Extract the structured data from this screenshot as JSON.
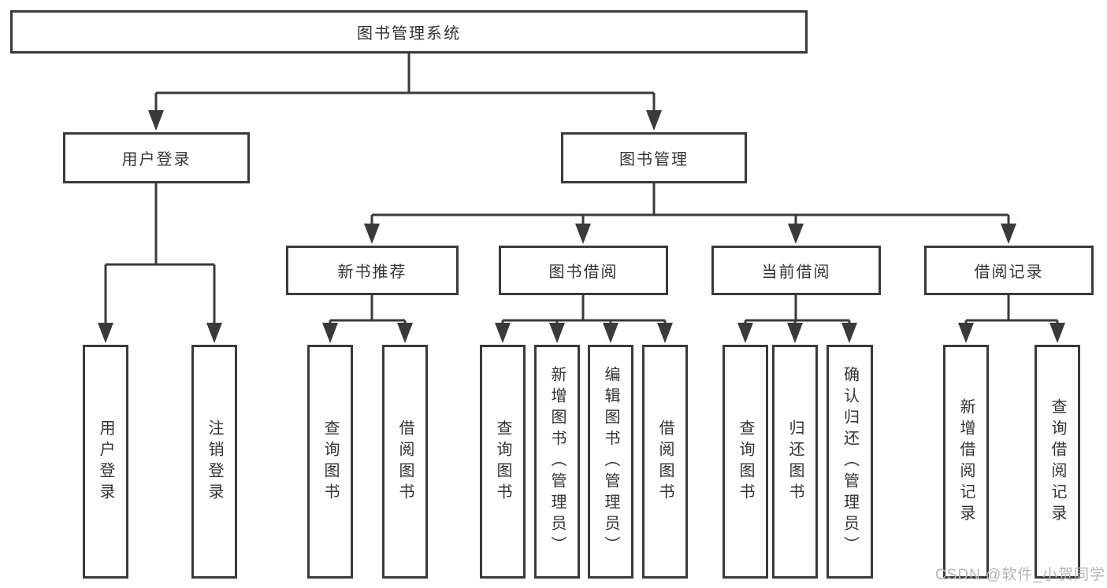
{
  "diagram": {
    "root": {
      "label": "图书管理系统"
    },
    "level2": [
      {
        "label": "用户登录"
      },
      {
        "label": "图书管理"
      }
    ],
    "level3": [
      {
        "label": "新书推荐"
      },
      {
        "label": "图书借阅"
      },
      {
        "label": "当前借阅"
      },
      {
        "label": "借阅记录"
      }
    ],
    "leaves": {
      "user_login": [
        "用户登录",
        "注销登录"
      ],
      "new_books": [
        "查询图书",
        "借阅图书"
      ],
      "book_borrow": [
        "查询图书",
        "新增图书（管理员）",
        "编辑图书（管理员）",
        "借阅图书"
      ],
      "current_borrow": [
        "查询图书",
        "归还图书",
        "确认归还（管理员）"
      ],
      "borrow_records": [
        "新增借阅记录",
        "查询借阅记录"
      ]
    }
  },
  "watermark": "CSDN @软件_小贺同学",
  "colors": {
    "line": "#3a3a3a",
    "border": "#3a3a3a",
    "text": "#333333",
    "box_bg": "#ffffff",
    "watermark": "#b6b6b6"
  }
}
